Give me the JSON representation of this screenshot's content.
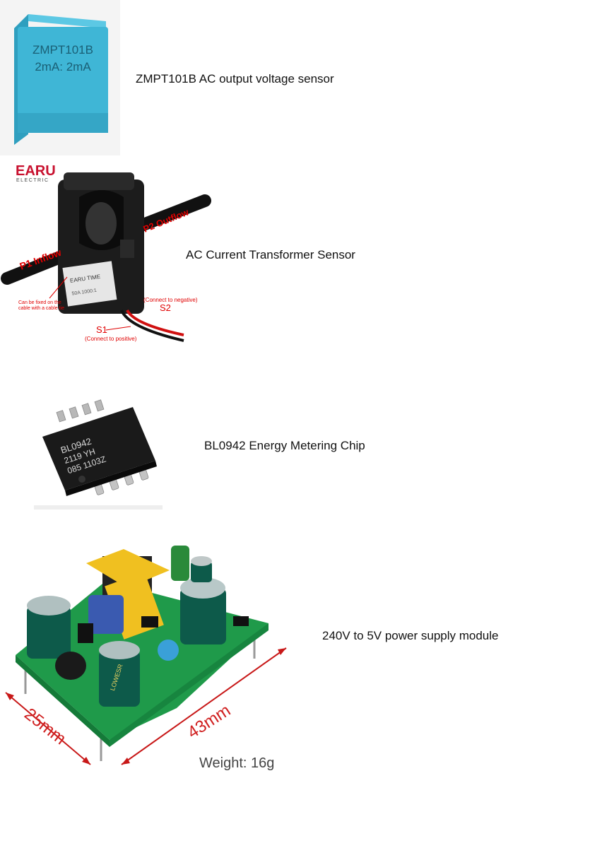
{
  "items": [
    {
      "caption": "ZMPT101B AC output voltage sensor",
      "image_text": {
        "line1": "ZMPT101B",
        "line2": "2mA: 2mA"
      }
    },
    {
      "caption": "AC Current Transformer Sensor",
      "image_text": {
        "brand": "EARU",
        "brand_sub": "ELECTRIC",
        "p1": "P1  Inflow",
        "p2": "P2 Outflow",
        "note_line1": "Can be fixed on the",
        "note_line2": "cable with a cable tie",
        "s2": "S2",
        "s2_note": "(Connect to negative)",
        "s1": "S1",
        "s1_note": "(Connect to positive)"
      }
    },
    {
      "caption": "BL0942  Energy Metering Chip",
      "image_text": {
        "line1": "BL0942",
        "line2": "2119 YH",
        "line3": "085 1103Z"
      }
    },
    {
      "caption": "240V to 5V power supply module",
      "image_text": {
        "dim_length": "43mm",
        "dim_width": "25mm",
        "weight": "Weight: 16g",
        "cap_label": "LOWESR"
      }
    }
  ],
  "colors": {
    "sensor_body": "#3fb6d6",
    "pcb": "#1f9a4a",
    "transformer": "#f0c020",
    "ct_body": "#1c1c1c",
    "brand_red": "#c8102e",
    "annotation_red": "#e00000"
  }
}
